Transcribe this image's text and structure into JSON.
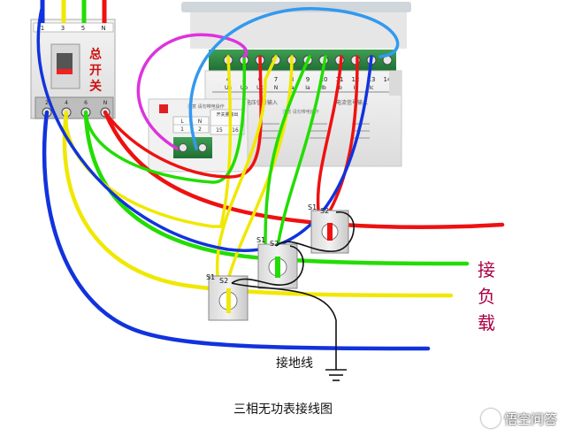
{
  "breaker": {
    "label_lines": [
      "总",
      "开",
      "关"
    ],
    "top_terminals": [
      "1",
      "3",
      "5",
      "N"
    ],
    "bottom_terminals": [
      "2",
      "4",
      "6",
      "N"
    ]
  },
  "meter": {
    "upper_terminals": [
      "4",
      "5",
      "6",
      "7",
      "8",
      "9",
      "10",
      "11",
      "12",
      "13",
      "14"
    ],
    "upper_letters": [
      "Ua",
      "Ub",
      "Uc",
      "N",
      "Ia",
      "Ia",
      "Ib",
      "Ib",
      "Ic",
      "Ic"
    ],
    "section_voltage": "电压信号输入",
    "section_current": "电流信号输入",
    "aux_top_labels": [
      "L",
      "N"
    ],
    "aux_top_numbers": [
      "1",
      "2"
    ],
    "aux_label": "开关量输出",
    "aux_numbers": [
      "15",
      "16"
    ],
    "warning": "注意 请勿带电操作"
  },
  "ct": {
    "terminal_s1": "S1",
    "terminal_s2": "S2"
  },
  "load_label_lines": [
    "接",
    "负",
    "载"
  ],
  "ground_label": "接地线",
  "caption": "三相无功表接线图",
  "watermark": "悟空问答",
  "colors": {
    "phase_a": "#f0e800",
    "phase_b": "#22dd00",
    "phase_c": "#ee1111",
    "neutral": "#1133dd",
    "magenta": "#dd33dd",
    "sky": "#3399ee",
    "breaker_body": "#eeeeee",
    "breaker_label": "#cc1111",
    "load_label": "#aa0044"
  }
}
